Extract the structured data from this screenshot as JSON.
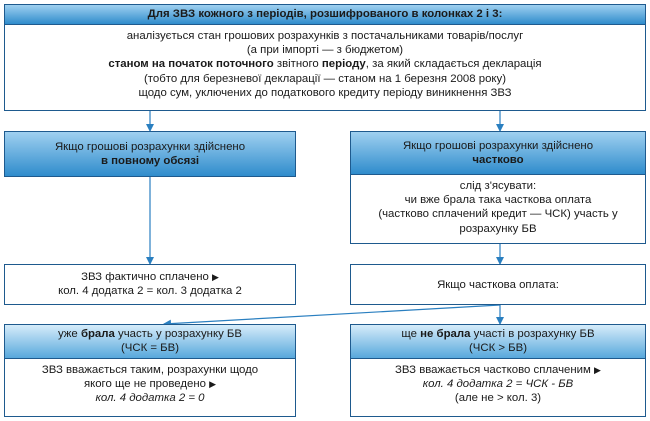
{
  "top": {
    "title": "Для ЗВЗ кожного з періодів, розшифрованого в колонках 2 і 3:",
    "line1": "аналізується стан грошових розрахунків з постачальниками товарів/послуг",
    "line2": "(а при імпорті — з бюджетом)",
    "line3_part1": "станом на початок поточного",
    "line3_part2": " звітного ",
    "line3_part3": "періоду",
    "line3_part4": ", за який складається декларація",
    "line4": "(тобто для березневої декларації — станом на 1 березня 2008 року)",
    "line5": "щодо сум, уключених до податкового кредиту періоду виникнення ЗВЗ"
  },
  "left_branch": {
    "header_line1": "Якщо грошові розрахунки здійснено",
    "header_line2": "в повному обсязі",
    "result_line1": "ЗВЗ фактично сплачено",
    "result_line2": "кол. 4 додатка 2 = кол. 3 додатка 2"
  },
  "right_branch": {
    "header_line1": "Якщо грошові розрахунки здійснено",
    "header_line2": "частково",
    "body_line1": "слід з'ясувати:",
    "body_line2": "чи вже брала така часткова оплата",
    "body_line3": "(частково сплачений кредит — ЧСК) участь у",
    "body_line4": "розрахунку БВ",
    "partial_label": "Якщо часткова оплата:"
  },
  "bottom_left": {
    "header_part1": "уже ",
    "header_part2": "брала",
    "header_part3": " участь у розрахунку БВ",
    "header_line2": "(ЧСК = БВ)",
    "body_line1": "ЗВЗ вважається таким, розрахунки щодо",
    "body_line2": "якого ще не проведено",
    "body_line3": "кол. 4 додатка 2 = 0"
  },
  "bottom_right": {
    "header_part1": "ще ",
    "header_part2": "не брала",
    "header_part3": " участі в розрахунку БВ",
    "header_line2": "(ЧСК > БВ)",
    "body_line1": "ЗВЗ вважається частково сплаченим",
    "body_line2": "кол. 4 додатка 2 = ЧСК - БВ",
    "body_line3": "(але не > кол. 3)"
  },
  "icons": {
    "arrow_mark": "▶"
  },
  "colors": {
    "border": "#1e5a8e",
    "header_dark": "#2f8ccc",
    "header_light": "#9fd0f0",
    "line": "#2a7fc0"
  }
}
